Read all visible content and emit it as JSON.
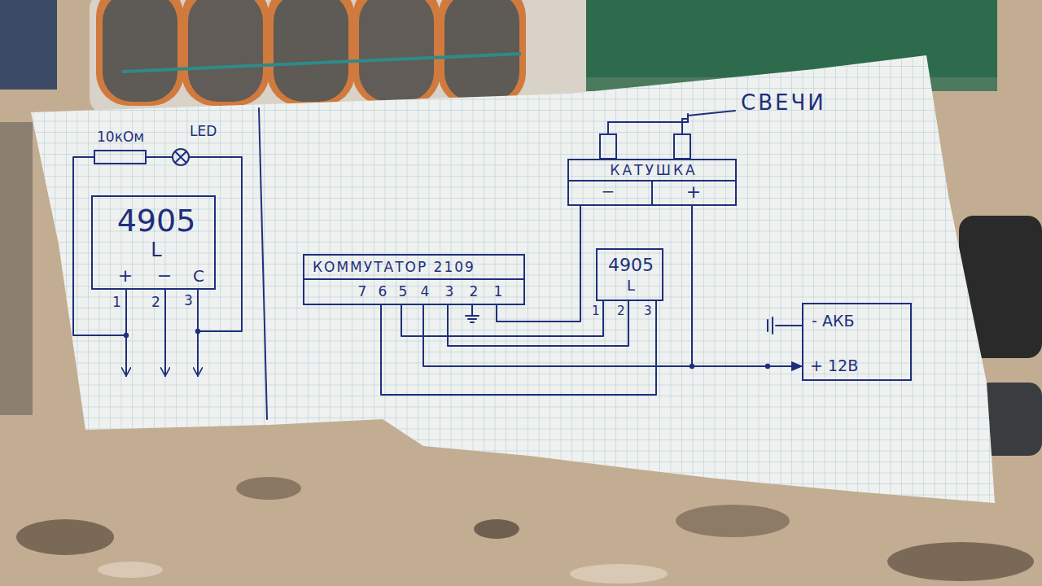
{
  "diagram": {
    "nodes": [
      {
        "text": [
          "10кОм"
        ]
      },
      {
        "text": [
          "LED"
        ]
      },
      {
        "text": [
          "КАТУШКА",
          "−",
          "+"
        ]
      },
      {
        "text": [
          "4905",
          "L",
          "+",
          "−",
          "C"
        ]
      },
      {
        "text": [
          "КОММУТАТОР 2109",
          "7",
          "6",
          "5",
          "4",
          "3",
          "2",
          "1"
        ]
      },
      {
        "text": [
          "4905",
          "L"
        ]
      },
      {
        "text": [
          "- АКБ",
          "+ 12В"
        ]
      }
    ],
    "edges": [
      {
        "from": 3,
        "to": 0,
        "arrow": "none"
      },
      {
        "from": 0,
        "to": 1,
        "arrow": "none"
      },
      {
        "from": 1,
        "to": 3,
        "arrow": "none"
      },
      {
        "from": 4,
        "to": 2,
        "arrow": "none"
      },
      {
        "from": 4,
        "to": 5,
        "arrow": "none"
      },
      {
        "from": 4,
        "to": 5,
        "arrow": "none"
      },
      {
        "from": 4,
        "to": 5,
        "arrow": "none"
      },
      {
        "from": 4,
        "to": 6,
        "arrow": "to"
      },
      {
        "from": 2,
        "to": 6,
        "arrow": "to"
      }
    ],
    "labels": [
      "СВЕЧИ",
      "1",
      "2",
      "3",
      "1",
      "2",
      "3"
    ]
  }
}
